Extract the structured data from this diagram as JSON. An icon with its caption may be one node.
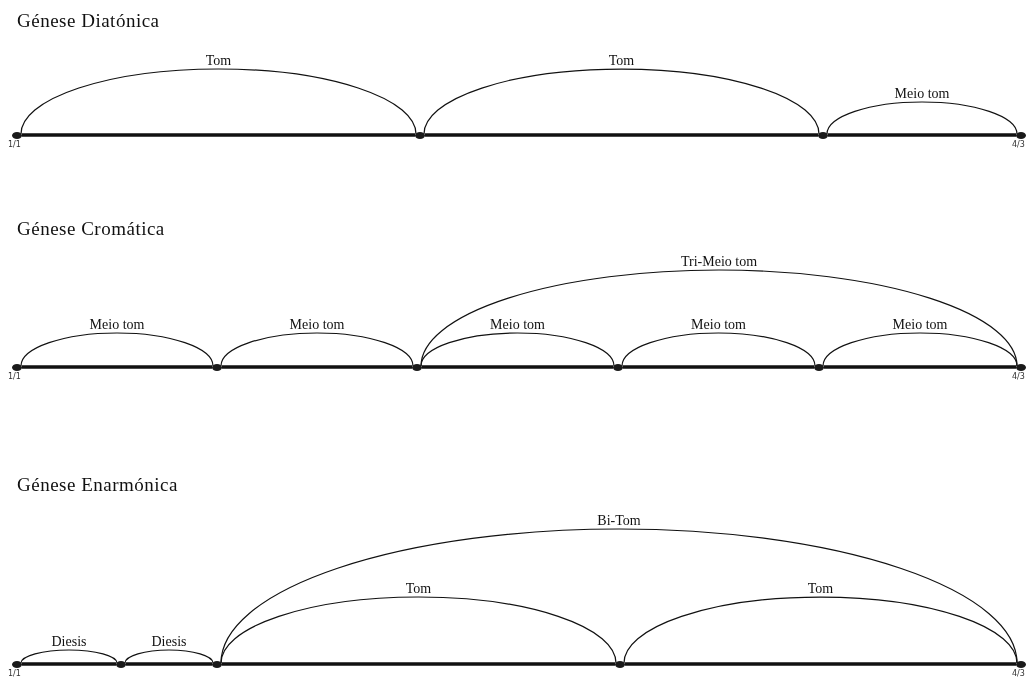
{
  "diagram": {
    "nodes": [
      {
        "text": [],
        "shape": "circle",
        "beside": [
          "1/1"
        ]
      },
      {
        "text": [],
        "shape": "circle"
      },
      {
        "text": [],
        "shape": "circle"
      },
      {
        "text": [],
        "shape": "circle",
        "beside": [
          "4/3"
        ]
      },
      {
        "text": [],
        "shape": "circle",
        "beside": [
          "1/1"
        ]
      },
      {
        "text": [],
        "shape": "circle"
      },
      {
        "text": [],
        "shape": "circle"
      },
      {
        "text": [],
        "shape": "circle"
      },
      {
        "text": [],
        "shape": "circle"
      },
      {
        "text": [],
        "shape": "circle",
        "beside": [
          "4/3"
        ]
      },
      {
        "text": [],
        "shape": "circle",
        "beside": [
          "1/1"
        ]
      },
      {
        "text": [],
        "shape": "circle"
      },
      {
        "text": [],
        "shape": "circle"
      },
      {
        "text": [],
        "shape": "circle"
      },
      {
        "text": [],
        "shape": "circle",
        "beside": [
          "4/3"
        ]
      }
    ],
    "edges": [
      {
        "from": 0,
        "to": 1,
        "arrow": "none",
        "label": "Tom"
      },
      {
        "from": 1,
        "to": 2,
        "arrow": "none",
        "label": "Tom"
      },
      {
        "from": 2,
        "to": 3,
        "arrow": "none",
        "label": "Meio tom"
      },
      {
        "from": 0,
        "to": 1,
        "arrow": "none",
        "style": "thick"
      },
      {
        "from": 1,
        "to": 2,
        "arrow": "none",
        "style": "thick"
      },
      {
        "from": 2,
        "to": 3,
        "arrow": "none",
        "style": "thick"
      },
      {
        "from": 4,
        "to": 5,
        "arrow": "none",
        "label": "Meio tom"
      },
      {
        "from": 5,
        "to": 6,
        "arrow": "none",
        "label": "Meio tom"
      },
      {
        "from": 6,
        "to": 7,
        "arrow": "none",
        "label": "Meio tom"
      },
      {
        "from": 7,
        "to": 8,
        "arrow": "none",
        "label": "Meio tom"
      },
      {
        "from": 8,
        "to": 9,
        "arrow": "none",
        "label": "Meio tom"
      },
      {
        "from": 6,
        "to": 9,
        "arrow": "none",
        "label": "Tri-Meio tom"
      },
      {
        "from": 4,
        "to": 5,
        "arrow": "none",
        "style": "thick"
      },
      {
        "from": 5,
        "to": 6,
        "arrow": "none",
        "style": "thick"
      },
      {
        "from": 6,
        "to": 7,
        "arrow": "none",
        "style": "thick"
      },
      {
        "from": 7,
        "to": 8,
        "arrow": "none",
        "style": "thick"
      },
      {
        "from": 8,
        "to": 9,
        "arrow": "none",
        "style": "thick"
      },
      {
        "from": 10,
        "to": 11,
        "arrow": "none",
        "label": "Diesis"
      },
      {
        "from": 11,
        "to": 12,
        "arrow": "none",
        "label": "Diesis"
      },
      {
        "from": 12,
        "to": 13,
        "arrow": "none",
        "label": "Tom"
      },
      {
        "from": 13,
        "to": 14,
        "arrow": "none",
        "label": "Tom"
      },
      {
        "from": 12,
        "to": 14,
        "arrow": "none",
        "label": "Bi-Tom"
      },
      {
        "from": 10,
        "to": 11,
        "arrow": "none",
        "style": "thick"
      },
      {
        "from": 11,
        "to": 12,
        "arrow": "none",
        "style": "thick"
      },
      {
        "from": 12,
        "to": 13,
        "arrow": "none",
        "style": "thick"
      },
      {
        "from": 13,
        "to": 14,
        "arrow": "none",
        "style": "thick"
      }
    ],
    "labels": [
      "Génese Diatónica",
      "Génese Cromática",
      "Génese Enarmónica"
    ]
  }
}
